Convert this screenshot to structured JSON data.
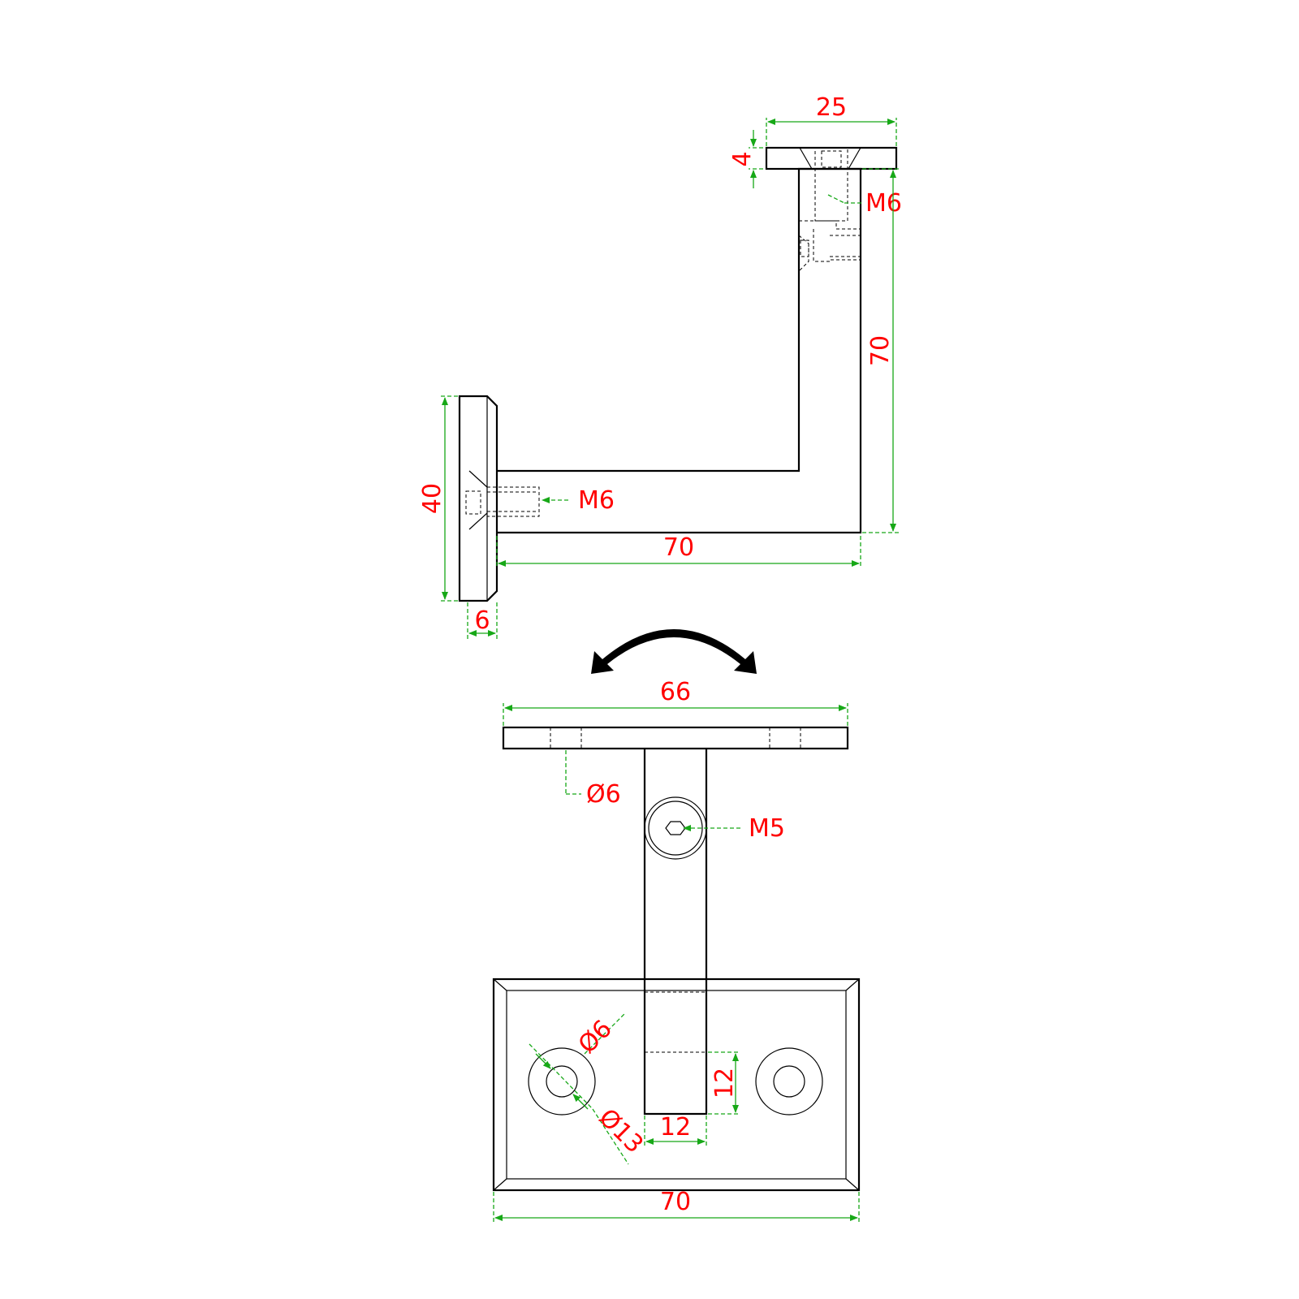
{
  "side_view": {
    "top_plate_width": "25",
    "top_plate_thickness": "4",
    "top_thread": "M6",
    "vertical_arm_length": "70",
    "wall_plate_height": "40",
    "wall_thread": "M6",
    "horizontal_arm_length": "70",
    "wall_plate_thickness": "6"
  },
  "bottom_view": {
    "saddle_width": "66",
    "saddle_hole": "Ø6",
    "pivot_screw": "M5",
    "countersink_inner": "Ø6",
    "countersink_outer": "Ø13",
    "bar_depth": "12",
    "bar_width": "12",
    "base_width": "70"
  }
}
